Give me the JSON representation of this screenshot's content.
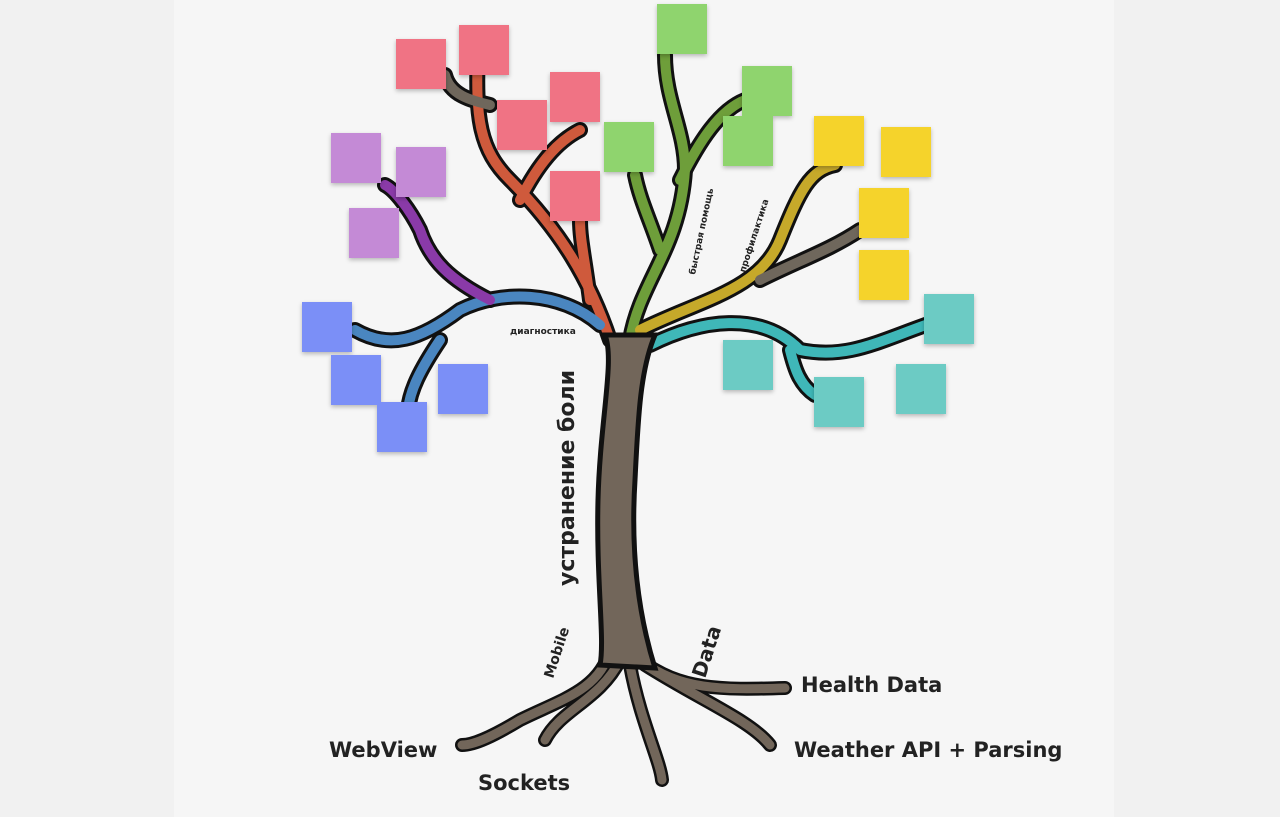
{
  "colors": {
    "pink": "#f07384",
    "green": "#8fd46e",
    "yellow": "#f5d32b",
    "purple": "#c48ad6",
    "blue": "#7b8ff7",
    "teal": "#6ccbc4",
    "trunk": "#72665a"
  },
  "trunk_label": "устранение боли",
  "branch_labels": {
    "diagnostics": "диагностика",
    "quick_help": "быстрая помощь",
    "prevention": "профилактика"
  },
  "root_labels": {
    "mobile": "Mobile",
    "data": "Data"
  },
  "root_items": {
    "webview": "WebView",
    "sockets": "Sockets",
    "health_data": "Health Data",
    "weather": "Weather API + Parsing"
  }
}
